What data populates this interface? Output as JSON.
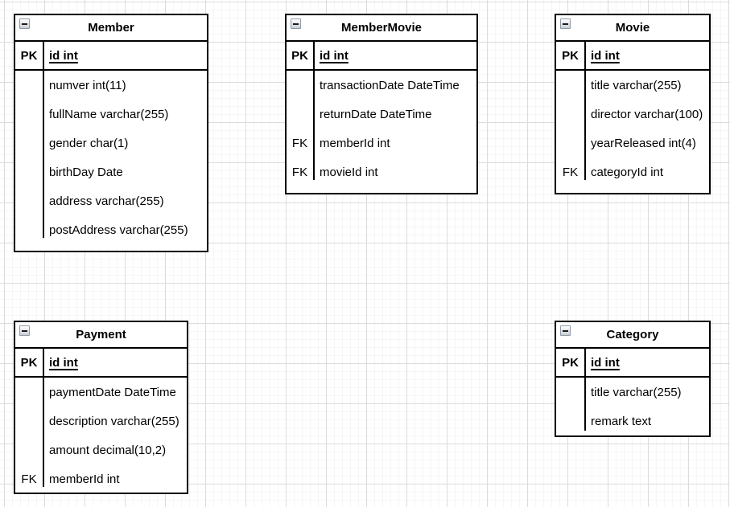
{
  "canvas": {
    "background": "#ffffff",
    "grid_minor_color": "#f6f6f6",
    "grid_major_color": "#dcdcdc",
    "line_color": "#000000",
    "collapse_icon": "minus-in-square"
  },
  "entities": [
    {
      "title": "Member",
      "pk": {
        "key": "PK",
        "name": "id int"
      },
      "rows": [
        {
          "key": "",
          "name": "numver int(11)"
        },
        {
          "key": "",
          "name": "fullName varchar(255)"
        },
        {
          "key": "",
          "name": "gender char(1)"
        },
        {
          "key": "",
          "name": "birthDay Date"
        },
        {
          "key": "",
          "name": "address varchar(255)"
        },
        {
          "key": "",
          "name": "postAddress varchar(255)"
        }
      ]
    },
    {
      "title": "MemberMovie",
      "pk": {
        "key": "PK",
        "name": "id int"
      },
      "rows": [
        {
          "key": "",
          "name": "transactionDate DateTime"
        },
        {
          "key": "",
          "name": "returnDate DateTime"
        },
        {
          "key": "FK",
          "name": "memberId int"
        },
        {
          "key": "FK",
          "name": "movieId int"
        }
      ]
    },
    {
      "title": "Movie",
      "pk": {
        "key": "PK",
        "name": "id int"
      },
      "rows": [
        {
          "key": "",
          "name": "title varchar(255)"
        },
        {
          "key": "",
          "name": "director varchar(100)"
        },
        {
          "key": "",
          "name": "yearReleased int(4)"
        },
        {
          "key": "FK",
          "name": "categoryId int"
        }
      ]
    },
    {
      "title": "Payment",
      "pk": {
        "key": "PK",
        "name": "id int"
      },
      "rows": [
        {
          "key": "",
          "name": "paymentDate DateTime"
        },
        {
          "key": "",
          "name": "description varchar(255)"
        },
        {
          "key": "",
          "name": "amount decimal(10,2)"
        },
        {
          "key": "FK",
          "name": "memberId int"
        }
      ]
    },
    {
      "title": "Category",
      "pk": {
        "key": "PK",
        "name": "id int"
      },
      "rows": [
        {
          "key": "",
          "name": "title varchar(255)"
        },
        {
          "key": "",
          "name": "remark text"
        }
      ]
    }
  ]
}
